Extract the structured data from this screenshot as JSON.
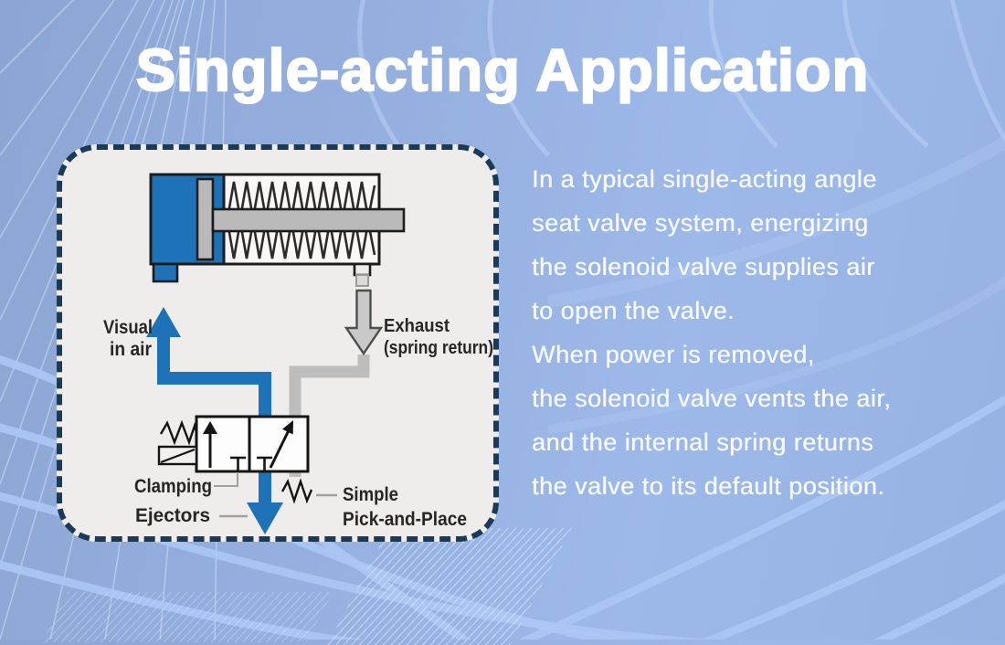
{
  "title": "Single-acting Application",
  "description": {
    "lines": [
      "In a typical single-acting angle",
      "seat valve system, energizing",
      "the solenoid valve supplies air",
      "to open the valve.",
      "When power is removed,",
      "the solenoid valve vents the air,",
      "and the internal spring returns",
      "the valve to its default position."
    ]
  },
  "diagram": {
    "labels": {
      "visual_1": "Visual",
      "visual_2": "in air",
      "exhaust_1": "Exhaust",
      "exhaust_2": "(spring return)",
      "clamping": "Clamping",
      "ejectors": "Ejectors",
      "simple_1": "Simple",
      "simple_2": "Pick-and-Place"
    },
    "colors": {
      "supply_blue": "#1d72b8",
      "exhaust_gray": "#bdbdbd",
      "metal_gray": "#b9b9b9",
      "outline_dark": "#1c1c1c",
      "card_bg": "#efedeb",
      "card_border": "#1c3a56",
      "label_text": "#262626"
    }
  },
  "background": {
    "base_left": "#8ca6d3",
    "base_right": "#9db9e9",
    "wave_light": "#abc6f1",
    "title_color": "#ffffff"
  }
}
